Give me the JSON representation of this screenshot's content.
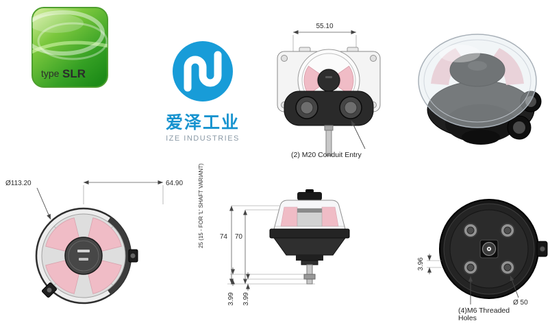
{
  "logos": {
    "slr": {
      "type": "type",
      "name": "SLR"
    },
    "ize": {
      "cn": "爱泽工业",
      "en": "IZE INDUSTRIES"
    }
  },
  "top_view": {
    "width_dim": "55.10",
    "conduit_note": "(2) M20 Conduit Entry"
  },
  "left_view": {
    "diameter_dim": "Ø113.20",
    "offset_dim": "64.90"
  },
  "front_view": {
    "shaft_note": "25 (15 - FOR 'L' SHAFT VARIANT)",
    "height_dim_a": "74",
    "height_dim_b": "70",
    "step_dim_a": "3.99",
    "step_dim_b": "3.99"
  },
  "bottom_view": {
    "hole_offset_dim": "3.96",
    "bolt_circle_dim": "Ø 50",
    "holes_note_line1": "(4)M6 Threaded",
    "holes_note_line2": "Holes"
  },
  "colors": {
    "brand_green": "#3fa52a",
    "brand_blue": "#189cd8",
    "indicator_pink": "#f0bcc6"
  }
}
